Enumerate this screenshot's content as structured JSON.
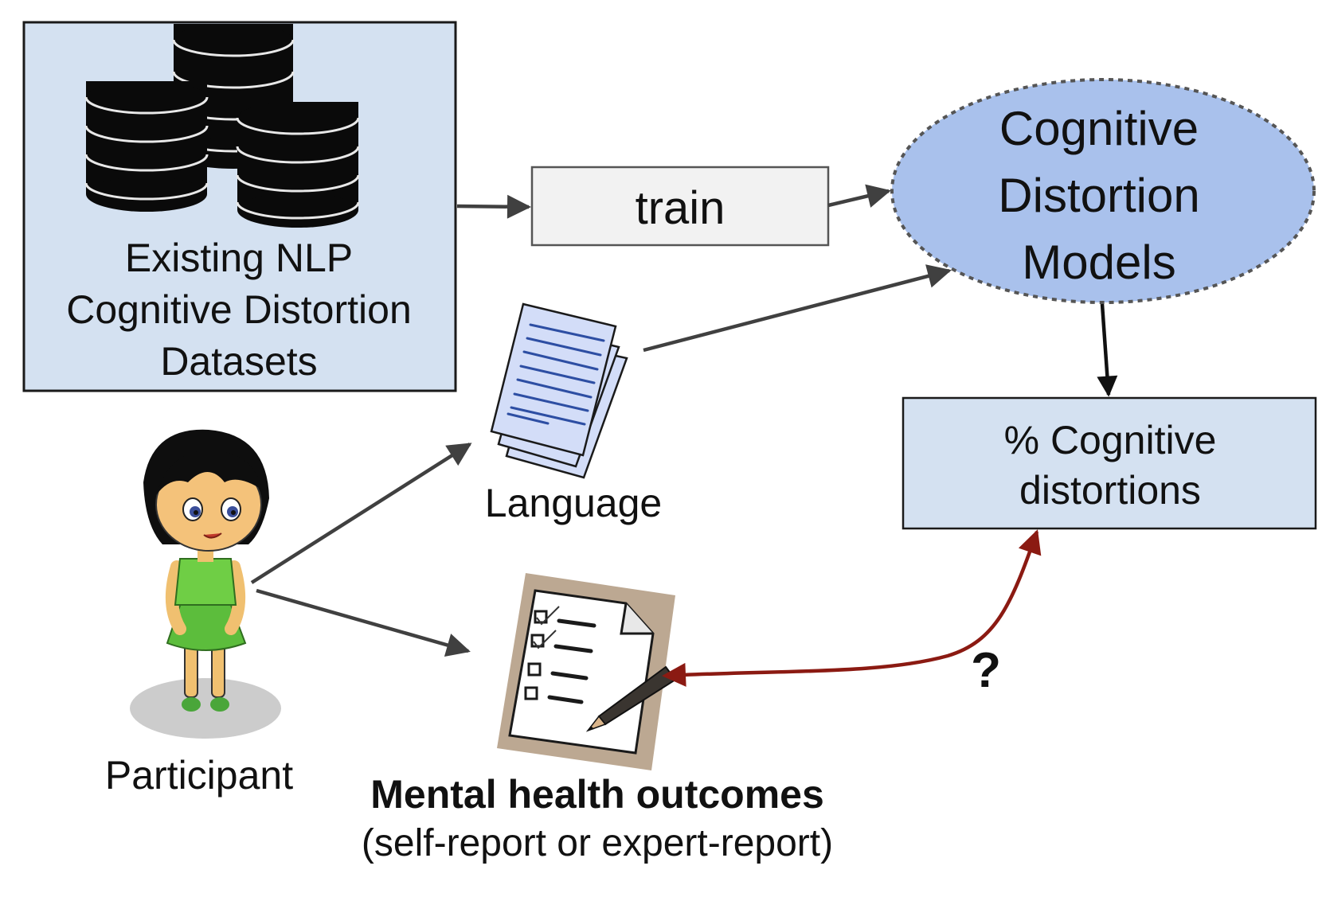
{
  "diagram": {
    "datasets_box": {
      "lines": [
        "Existing NLP",
        "Cognitive Distortion",
        "Datasets"
      ],
      "fill": "#d4e1f1",
      "icon": "database-stack-icon"
    },
    "train_box": {
      "label": "train",
      "fill": "#f2f2f2"
    },
    "models_node": {
      "lines": [
        "Cognitive",
        "Distortion",
        "Models"
      ],
      "fill": "#a9c1ec"
    },
    "percent_box": {
      "lines": [
        "% Cognitive",
        "distortions"
      ],
      "fill": "#d4e1f1"
    },
    "language": {
      "label": "Language",
      "icon": "document-stack-icon",
      "page_fill": "#d3ddf8",
      "line_color": "#2d4ea3"
    },
    "participant": {
      "label": "Participant",
      "icon": "participant-avatar-icon"
    },
    "outcomes": {
      "title": "Mental health outcomes",
      "subtitle": "(self-report or expert-report)",
      "icon": "checklist-pencil-icon"
    },
    "question": {
      "label": "?",
      "link_color": "#8b1a12"
    },
    "arrow_color": "#404040"
  }
}
